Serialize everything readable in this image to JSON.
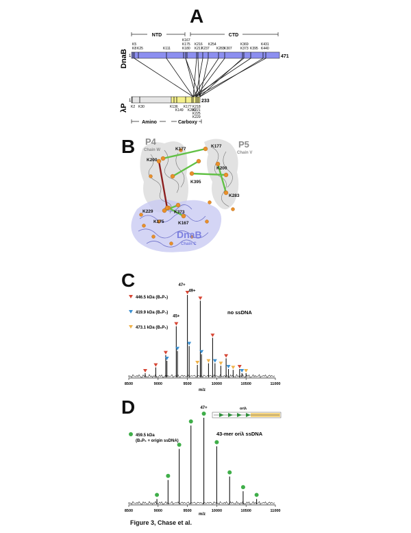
{
  "figure_caption": "Figure 3, Chase et al.",
  "panels": {
    "A": {
      "letter": "A",
      "dnab": {
        "name": "DnaB",
        "start": "1",
        "end": "471",
        "ntd_label": "NTD",
        "ctd_label": "CTD",
        "lysines": [
          "K5",
          "K8",
          "K25",
          "K111",
          "K167",
          "K175",
          "K180",
          "K216",
          "K217",
          "K237",
          "K254",
          "K283",
          "K307",
          "K369",
          "K373",
          "K395",
          "K431",
          "K440"
        ]
      },
      "lambdap": {
        "name": "λP",
        "start": "1",
        "end": "233",
        "amino_label": "Amino",
        "carboxy_label": "Carboxy",
        "lysines": [
          "K2",
          "K30",
          "K136",
          "K149",
          "K177",
          "K200",
          "K218",
          "K221",
          "K225",
          "K229"
        ]
      }
    },
    "B": {
      "letter": "B",
      "p4_title": "P4",
      "p4_chain": "Chain W",
      "p5_title": "P5",
      "p5_chain": "Chain V",
      "dnab_title": "DnaB",
      "dnab_chain": "Chain C",
      "residue_labels": [
        "K200",
        "K177",
        "K177",
        "K200",
        "K395",
        "K283",
        "K229",
        "K373",
        "K175",
        "K167"
      ]
    },
    "C": {
      "letter": "C",
      "condition": "no ssDNA",
      "legend": [
        {
          "label": "446.5 kDa (B₆P₅)",
          "color": "#d64533"
        },
        {
          "label": "419.9 kDa (B₆P₄)",
          "color": "#3a8fd0"
        },
        {
          "label": "473.1 kDa (B₆P₆)",
          "color": "#f0b24a"
        }
      ],
      "charge_labels": [
        "47+",
        "45+",
        "49+"
      ],
      "x_axis_label": "m/z",
      "x_ticks": [
        "8500",
        "9000",
        "9500",
        "10000",
        "10500",
        "11000"
      ],
      "chart_data": {
        "type": "line",
        "xlim": [
          8500,
          11000
        ],
        "xlabel": "m/z",
        "peaks_series": [
          {
            "name": "446.5 kDa (B₆P₅)",
            "x": [
              8780,
              8960,
              9130,
              9310,
              9500,
              9720,
              9930,
              10160,
              10390
            ],
            "relative_intensity": [
              0.05,
              0.12,
              0.27,
              0.62,
              1.0,
              0.93,
              0.48,
              0.23,
              0.1
            ]
          },
          {
            "name": "419.9 kDa (B₆P₄)",
            "x": [
              9150,
              9330,
              9530,
              9740,
              9970,
              10200,
              10430
            ],
            "relative_intensity": [
              0.2,
              0.32,
              0.38,
              0.28,
              0.17,
              0.1,
              0.05
            ]
          },
          {
            "name": "473.1 kDa (B₆P₆)",
            "x": [
              9670,
              9860,
              10070,
              10280,
              10500
            ],
            "relative_intensity": [
              0.15,
              0.17,
              0.14,
              0.09,
              0.05
            ]
          }
        ]
      }
    },
    "D": {
      "letter": "D",
      "condition": "43-mer oriλ ssDNA",
      "inset_title": "oriλ",
      "legend": [
        {
          "label_line1": "459.5 kDa",
          "label_line2": "(B₆P₅ + origin ssDNA)",
          "color": "#3fae49"
        }
      ],
      "charge_labels": [
        "47+"
      ],
      "x_axis_label": "m/z",
      "x_ticks": [
        "8500",
        "9000",
        "9500",
        "10000",
        "10500",
        "11000"
      ],
      "chart_data": {
        "type": "line",
        "xlim": [
          8500,
          11000
        ],
        "xlabel": "m/z",
        "peaks_series": [
          {
            "name": "459.5 kDa (B₆P₅ + origin ssDNA)",
            "x": [
              8980,
              9170,
              9360,
              9560,
              9780,
              10000,
              10220,
              10450,
              10680
            ],
            "relative_intensity": [
              0.06,
              0.28,
              0.64,
              0.91,
              1.0,
              0.67,
              0.32,
              0.15,
              0.06
            ]
          }
        ]
      }
    }
  }
}
